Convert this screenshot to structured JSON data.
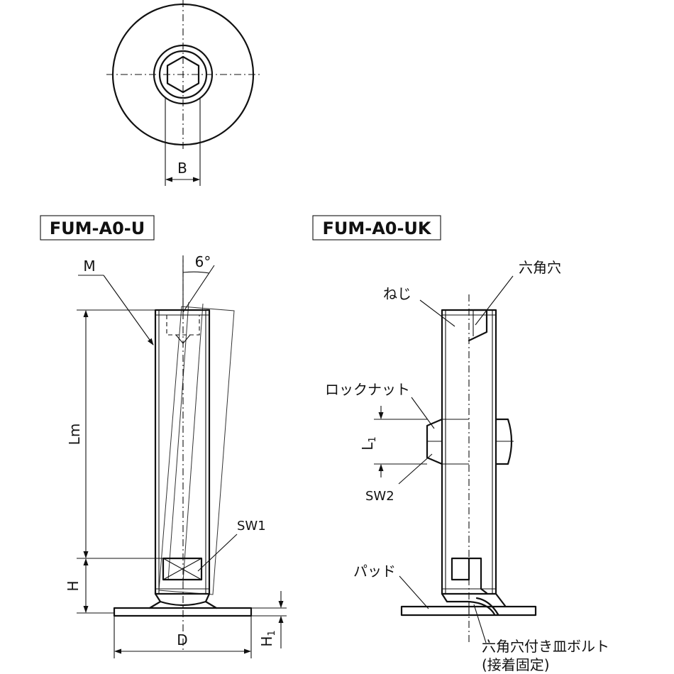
{
  "labels": {
    "B": "B",
    "title_u": "FUM-A0-U",
    "title_uk": "FUM-A0-UK",
    "M": "M",
    "angle": "6°",
    "Lm": "Lm",
    "H": "H",
    "D": "D",
    "H1": "H",
    "H1_sub": "1",
    "SW1": "SW1",
    "hex_hole": "六角穴",
    "thread": "ねじ",
    "lock_nut": "ロックナット",
    "L1": "L",
    "L1_sub": "1",
    "SW2": "SW2",
    "pad": "パッド",
    "bolt": "六角穴付き皿ボルト",
    "bolt_note": "(接着固定)"
  }
}
